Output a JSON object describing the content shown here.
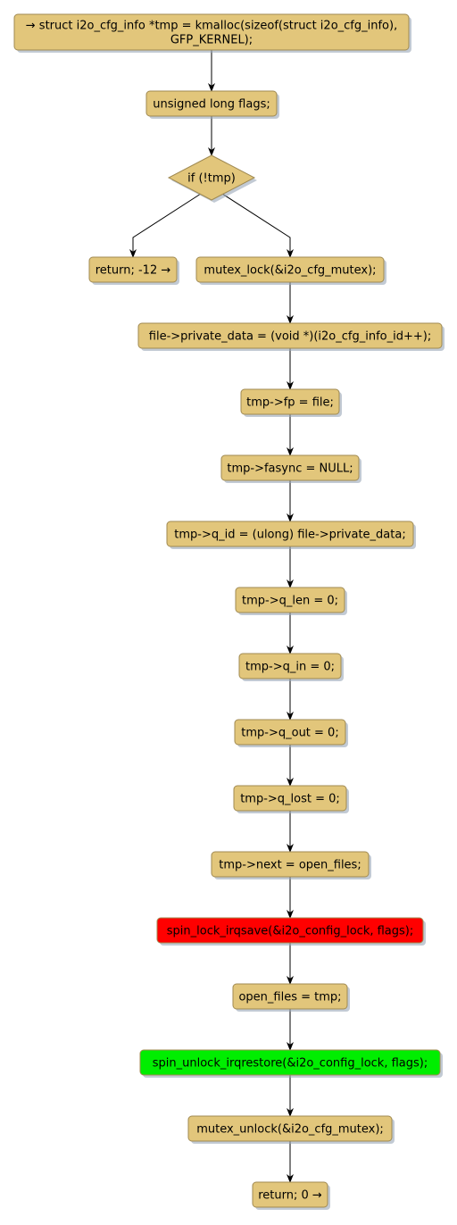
{
  "colors": {
    "node_fill": "#E2C67B",
    "node_stroke": "#A08A52",
    "red_fill": "#FF0000",
    "green_fill": "#00EE00",
    "edge": "#000000",
    "shadow": "#9AA7B8"
  },
  "nodes": [
    {
      "id": "alloc",
      "shape": "box",
      "lines": [
        "→ struct i2o_cfg_info *tmp = kmalloc(sizeof(struct i2o_cfg_info),",
        "GFP_KERNEL);"
      ]
    },
    {
      "id": "flags",
      "shape": "box",
      "lines": [
        "unsigned long flags;"
      ]
    },
    {
      "id": "iftmp",
      "shape": "diamond",
      "lines": [
        "if (!tmp)"
      ]
    },
    {
      "id": "ret12",
      "shape": "box",
      "lines": [
        "return; -12 →"
      ]
    },
    {
      "id": "mlock",
      "shape": "box",
      "lines": [
        "mutex_lock(&i2o_cfg_mutex);"
      ]
    },
    {
      "id": "priv",
      "shape": "box",
      "lines": [
        "file->private_data = (void *)(i2o_cfg_info_id++);"
      ]
    },
    {
      "id": "fp",
      "shape": "box",
      "lines": [
        "tmp->fp = file;"
      ]
    },
    {
      "id": "fasync",
      "shape": "box",
      "lines": [
        "tmp->fasync = NULL;"
      ]
    },
    {
      "id": "qid",
      "shape": "box",
      "lines": [
        "tmp->q_id = (ulong) file->private_data;"
      ]
    },
    {
      "id": "qlen",
      "shape": "box",
      "lines": [
        "tmp->q_len = 0;"
      ]
    },
    {
      "id": "qin",
      "shape": "box",
      "lines": [
        "tmp->q_in = 0;"
      ]
    },
    {
      "id": "qout",
      "shape": "box",
      "lines": [
        "tmp->q_out = 0;"
      ]
    },
    {
      "id": "qlost",
      "shape": "box",
      "lines": [
        "tmp->q_lost = 0;"
      ]
    },
    {
      "id": "next",
      "shape": "box",
      "lines": [
        "tmp->next = open_files;"
      ]
    },
    {
      "id": "spinlock",
      "shape": "box",
      "fill": "red",
      "lines": [
        "spin_lock_irqsave(&i2o_config_lock, flags);"
      ]
    },
    {
      "id": "openf",
      "shape": "box",
      "lines": [
        "open_files = tmp;"
      ]
    },
    {
      "id": "spinunlock",
      "shape": "box",
      "fill": "green",
      "lines": [
        "spin_unlock_irqrestore(&i2o_config_lock, flags);"
      ]
    },
    {
      "id": "munlock",
      "shape": "box",
      "lines": [
        "mutex_unlock(&i2o_cfg_mutex);"
      ]
    },
    {
      "id": "ret0",
      "shape": "box",
      "lines": [
        "return; 0 →"
      ]
    }
  ],
  "edges": [
    {
      "from": "alloc",
      "to": "flags"
    },
    {
      "from": "flags",
      "to": "iftmp"
    },
    {
      "from": "iftmp",
      "to": "ret12"
    },
    {
      "from": "iftmp",
      "to": "mlock"
    },
    {
      "from": "mlock",
      "to": "priv"
    },
    {
      "from": "priv",
      "to": "fp"
    },
    {
      "from": "fp",
      "to": "fasync"
    },
    {
      "from": "fasync",
      "to": "qid"
    },
    {
      "from": "qid",
      "to": "qlen"
    },
    {
      "from": "qlen",
      "to": "qin"
    },
    {
      "from": "qin",
      "to": "qout"
    },
    {
      "from": "qout",
      "to": "qlost"
    },
    {
      "from": "qlost",
      "to": "next"
    },
    {
      "from": "next",
      "to": "spinlock"
    },
    {
      "from": "spinlock",
      "to": "openf"
    },
    {
      "from": "openf",
      "to": "spinunlock"
    },
    {
      "from": "spinunlock",
      "to": "munlock"
    },
    {
      "from": "munlock",
      "to": "ret0"
    }
  ]
}
